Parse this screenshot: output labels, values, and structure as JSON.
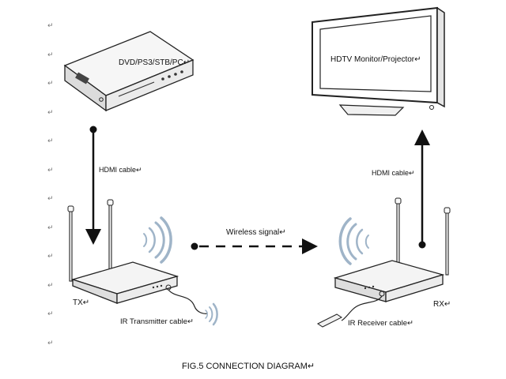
{
  "devices": {
    "source_label": "DVD/PS3/STB/PC↵",
    "display_label": "HDTV Monitor/Projector↵",
    "tx_label": "TX↵",
    "rx_label": "RX↵"
  },
  "connections": {
    "hdmi_left": "HDMI cable↵",
    "hdmi_right": "HDMI cable↵",
    "wireless": "Wireless signal↵",
    "ir_tx": "IR Transmitter cable↵",
    "ir_rx": "IR Receiver cable↵"
  },
  "caption": "FIG.5 CONNECTION DIAGRAM↵",
  "paragraph_mark": "↵",
  "colors": {
    "stroke": "#222222",
    "wave": "#9fb4c8",
    "device_fill": "#f1f1f1"
  }
}
